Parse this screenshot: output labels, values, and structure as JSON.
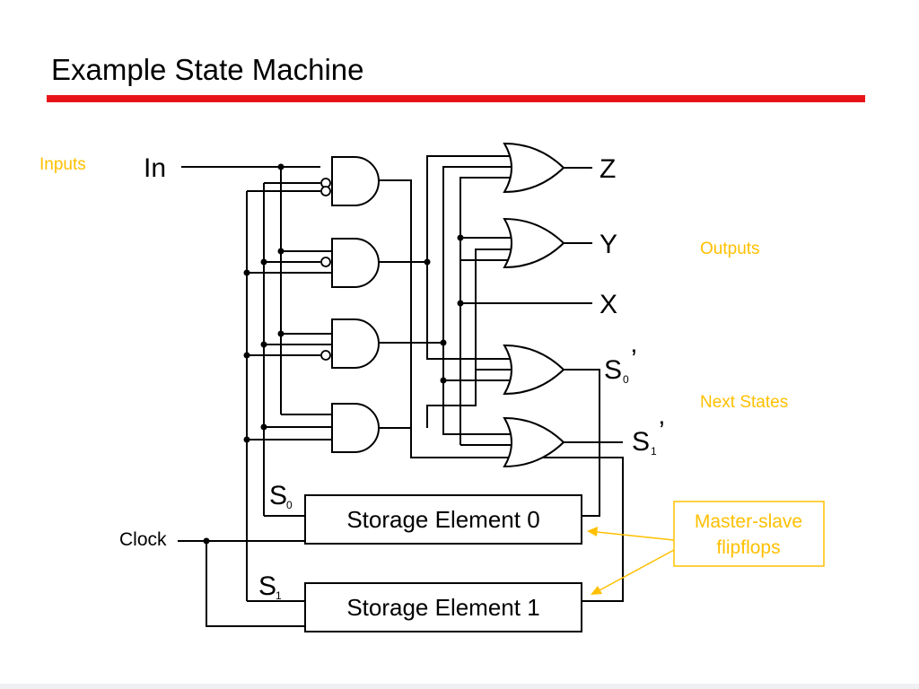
{
  "slide": {
    "title": "Example State Machine"
  },
  "signals": {
    "input": "In",
    "output_z": "Z",
    "output_y": "Y",
    "output_x": "X",
    "next_s0": "S",
    "next_s0_sub": "0",
    "next_s0_prime": "’",
    "next_s1": "S",
    "next_s1_sub": "1",
    "next_s1_prime": "’",
    "state_s0": "S",
    "state_s0_sub": "0",
    "state_s1": "S",
    "state_s1_sub": "1",
    "clock": "Clock"
  },
  "storage": {
    "element0": "Storage Element 0",
    "element1": "Storage Element 1"
  },
  "annotations": {
    "inputs": "Inputs",
    "outputs": "Outputs",
    "next_states": "Next States",
    "callout_line1": "Master-slave",
    "callout_line2": "flipflops"
  },
  "colors": {
    "title_rule": "#e8141a",
    "annotation": "#ffc000",
    "wire": "#000000"
  }
}
